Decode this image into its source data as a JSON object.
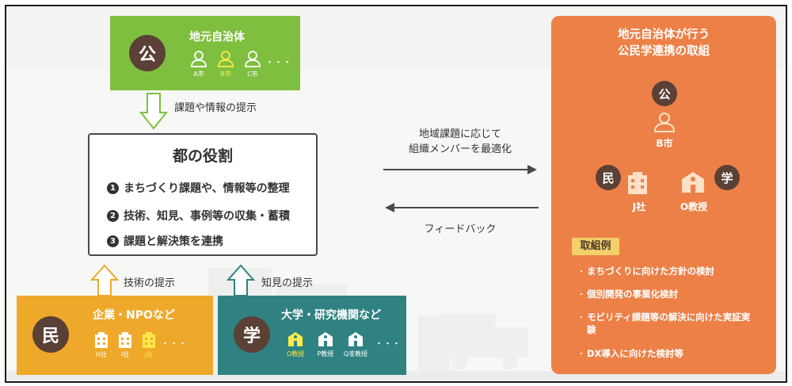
{
  "colors": {
    "public_green": "#7fbf3f",
    "private_yellow": "#efa92a",
    "academic_teal": "#2f8281",
    "right_orange": "#ec8047",
    "dark_circle": "#5b4036"
  },
  "public_box": {
    "circle": "公",
    "title": "地元自治体",
    "people": [
      "A市",
      "B市",
      "C市"
    ],
    "ellipsis": "・・・"
  },
  "arrow_down_label": "課題や情報の提示",
  "role_box": {
    "title": "都の役割",
    "items": [
      {
        "num": "1",
        "text": "まちづくり課題や、情報等の整理"
      },
      {
        "num": "2",
        "text": "技術、知見、事例等の収集・蓄積"
      },
      {
        "num": "3",
        "text": "課題と解決策を連携"
      }
    ]
  },
  "arrow_tech_label": "技術の提示",
  "arrow_know_label": "知見の提示",
  "private_box": {
    "circle": "民",
    "title": "企業・NPOなど",
    "companies": [
      "H社",
      "I社",
      "J社"
    ],
    "ellipsis": "・・・"
  },
  "academic_box": {
    "circle": "学",
    "title": "大学・研究機関など",
    "profs": [
      "O教授",
      "P教授",
      "Q准教授"
    ],
    "ellipsis": "・・・"
  },
  "center_arrows": {
    "top_label_line1": "地域課題に応じて",
    "top_label_line2": "組織メンバーを最適化",
    "bottom_label": "フィードバック"
  },
  "right_panel": {
    "title_line1": "地元自治体が行う",
    "title_line2": "公民学連携の取組",
    "circle_pub": "公",
    "circle_min": "民",
    "circle_gaku": "学",
    "city_label": "B市",
    "company_label": "J社",
    "prof_label": "O教授",
    "examples_title": "取組例",
    "examples": [
      "まちづくりに向けた方針の検討",
      "個別開発の事業化検討",
      "モビリティ課題等の解決に向けた実証実験",
      "DX導入に向けた検討等"
    ]
  }
}
